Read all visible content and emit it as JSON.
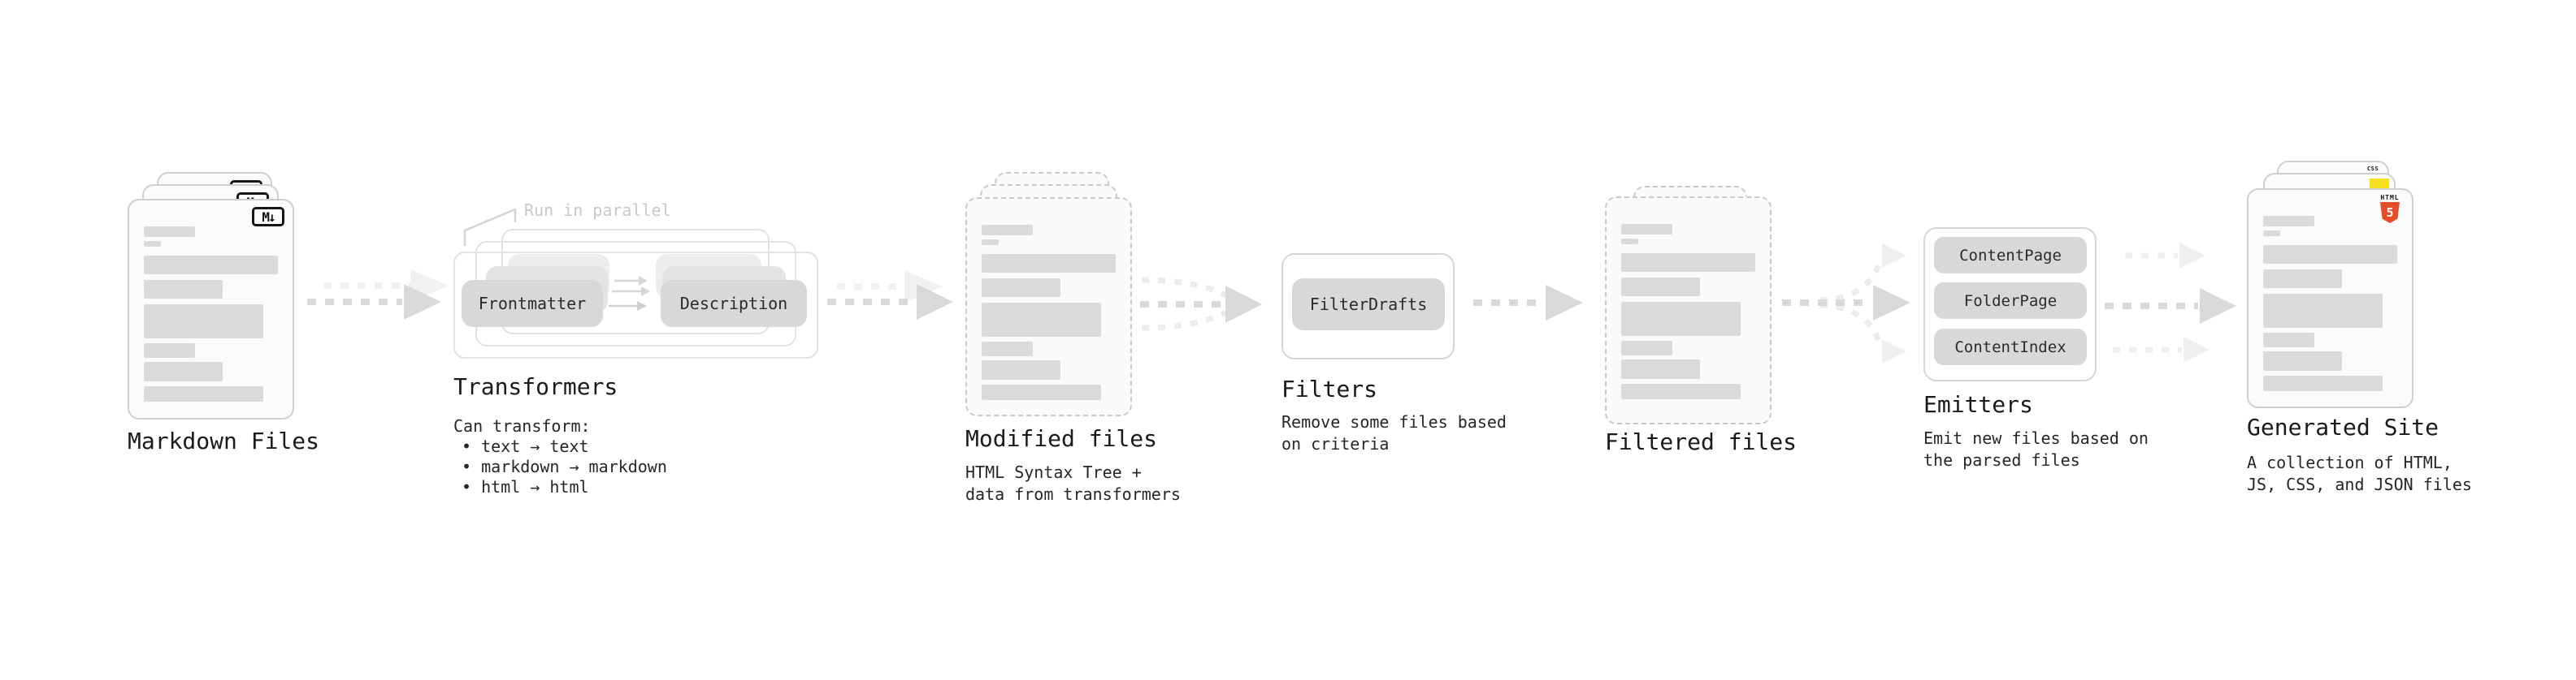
{
  "stages": {
    "markdown": {
      "label": "Markdown Files",
      "icon_label": "M↓"
    },
    "transformers": {
      "label": "Transformers",
      "parallel_note": "Run in parallel",
      "pill_left": "Frontmatter",
      "pill_right": "Description",
      "note_title": "Can transform:",
      "bullets": [
        "• text → text",
        "• markdown → markdown",
        "• html → html"
      ]
    },
    "modified": {
      "label": "Modified files",
      "sublabel": "HTML Syntax Tree +\ndata from transformers"
    },
    "filters": {
      "label": "Filters",
      "sublabel": "Remove some files based\non criteria",
      "pill": "FilterDrafts"
    },
    "filtered": {
      "label": "Filtered files"
    },
    "emitters": {
      "label": "Emitters",
      "sublabel": "Emit new files based on\nthe parsed files",
      "pills": [
        "ContentPage",
        "FolderPage",
        "ContentIndex"
      ]
    },
    "site": {
      "label": "Generated Site",
      "sublabel": "A collection of HTML,\nJS, CSS, and JSON files",
      "badge_css": "CSS",
      "badge_html_word": "HTML",
      "badge_html_num": "5"
    }
  },
  "colors": {
    "html5_orange": "#e44d26",
    "js_yellow": "#f7df1e",
    "css_blue": "#2965f1",
    "arrow_dark": "#d9d9d9",
    "arrow_light": "#f0f0f0",
    "bar_gray": "#dadada"
  }
}
